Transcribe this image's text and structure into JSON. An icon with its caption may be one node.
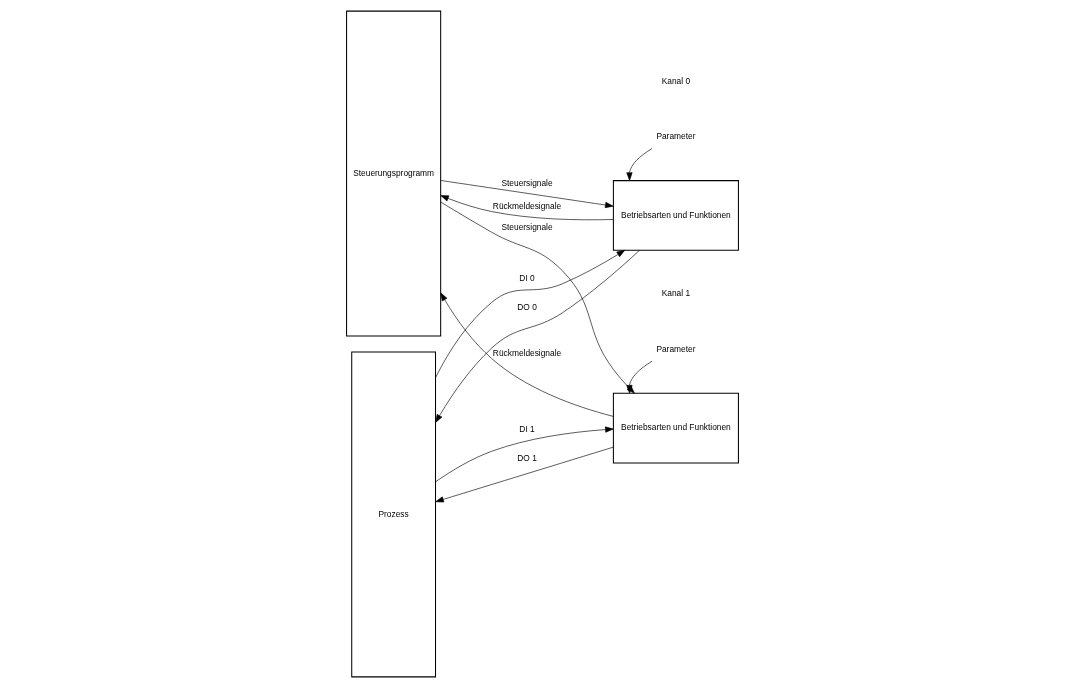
{
  "diagram": {
    "nodes": [
      {
        "text": [
          "Steuerungsprogramm"
        ]
      },
      {
        "text": [
          "Prozess"
        ]
      },
      {
        "text": [
          "Parameter"
        ]
      },
      {
        "text": [
          "Betriebsarten und Funktionen"
        ]
      },
      {
        "text": [
          "Parameter"
        ]
      },
      {
        "text": [
          "Betriebsarten und Funktionen"
        ]
      }
    ],
    "edges": [
      {
        "from": 2,
        "to": 3,
        "arrow": "to"
      },
      {
        "from": 0,
        "to": 3,
        "arrow": "to",
        "label": "Steuersignale"
      },
      {
        "from": 3,
        "to": 0,
        "arrow": "to",
        "label": "Rückmeldesignale"
      },
      {
        "from": 3,
        "to": 1,
        "arrow": "to",
        "label": "DO 0"
      },
      {
        "from": 1,
        "to": 3,
        "arrow": "to",
        "label": "DI 0"
      },
      {
        "from": 4,
        "to": 5,
        "arrow": "to"
      },
      {
        "from": 0,
        "to": 5,
        "arrow": "to",
        "label": "Steuersignale"
      },
      {
        "from": 5,
        "to": 0,
        "arrow": "to",
        "label": "Rückmeldesignale"
      },
      {
        "from": 5,
        "to": 1,
        "arrow": "to",
        "label": "DO 1"
      },
      {
        "from": 1,
        "to": 5,
        "arrow": "to",
        "label": "DI 1"
      }
    ],
    "labels": [
      "Kanal 0",
      "Kanal 1"
    ]
  }
}
